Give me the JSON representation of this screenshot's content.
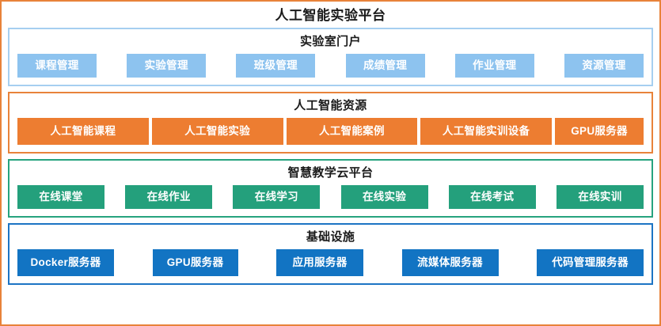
{
  "title": "人工智能实验平台",
  "theme": {
    "outer_border": "#E8833A",
    "portal_border": "#A6CFF0",
    "portal_chip": "#8DC3EF",
    "resource_border": "#E8833A",
    "resource_chip": "#ED7D31",
    "cloud_border": "#26A37E",
    "cloud_chip": "#24A07C",
    "infra_border": "#1C74C4",
    "infra_chip": "#1274C3",
    "chip_text": "#FFFFFF",
    "title_text": "#1A1A1A"
  },
  "layers": {
    "portal": {
      "title": "实验室门户",
      "items": [
        {
          "label": "课程管理"
        },
        {
          "label": "实验管理"
        },
        {
          "label": "班级管理"
        },
        {
          "label": "成绩管理"
        },
        {
          "label": "作业管理"
        },
        {
          "label": "资源管理"
        }
      ]
    },
    "resource": {
      "title": "人工智能资源",
      "items": [
        {
          "label": "人工智能课程"
        },
        {
          "label": "人工智能实验"
        },
        {
          "label": "人工智能案例"
        },
        {
          "label": "人工智能实训设备"
        },
        {
          "label": "GPU服务器"
        }
      ]
    },
    "cloud": {
      "title": "智慧教学云平台",
      "items": [
        {
          "label": "在线课堂"
        },
        {
          "label": "在线作业"
        },
        {
          "label": "在线学习"
        },
        {
          "label": "在线实验"
        },
        {
          "label": "在线考试"
        },
        {
          "label": "在线实训"
        }
      ]
    },
    "infra": {
      "title": "基础设施",
      "items": [
        {
          "label": "Docker服务器"
        },
        {
          "label": "GPU服务器"
        },
        {
          "label": "应用服务器"
        },
        {
          "label": "流媒体服务器"
        },
        {
          "label": "代码管理服务器"
        }
      ]
    }
  }
}
